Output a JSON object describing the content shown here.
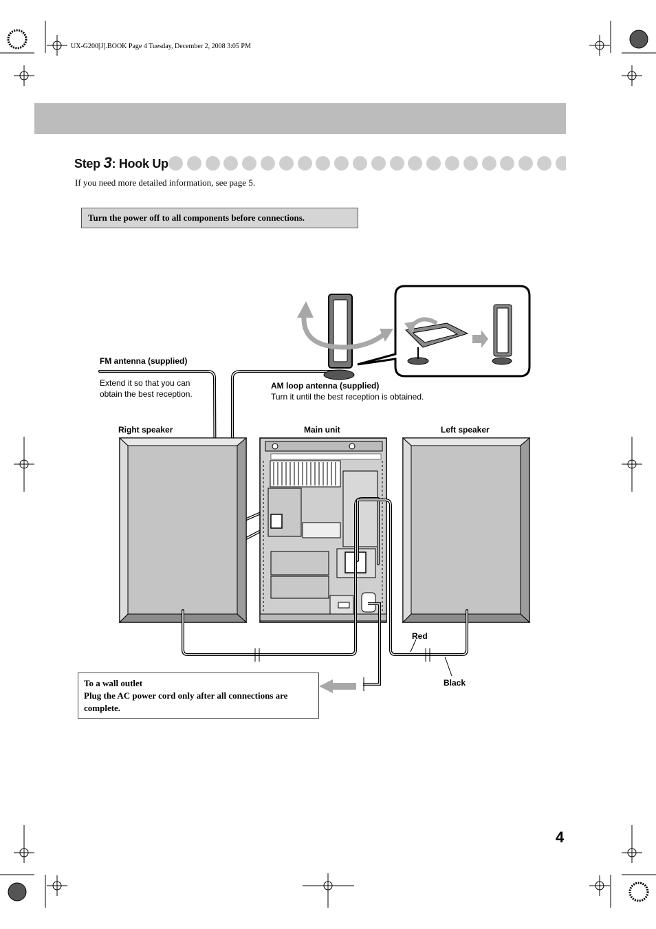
{
  "header": {
    "book_info": "UX-G200[J].BOOK  Page 4  Tuesday, December 2, 2008  3:05 PM"
  },
  "step": {
    "prefix": "Step ",
    "number": "3",
    "title": ": Hook Up"
  },
  "intro_text": "If you need more detailed information, see page 5.",
  "warning": "Turn the power off to all components before connections.",
  "labels": {
    "fm_antenna_title": "FM antenna (supplied)",
    "fm_antenna_line1": "Extend it so that you can",
    "fm_antenna_line2": "obtain the best reception.",
    "am_antenna_title": "AM loop antenna (supplied)",
    "am_antenna_desc": "Turn it until the best reception is obtained.",
    "right_speaker": "Right speaker",
    "main_unit": "Main unit",
    "left_speaker": "Left speaker",
    "red": "Red",
    "black": "Black"
  },
  "outlet_note": {
    "title": "To a wall outlet",
    "body": "Plug the AC power cord only after all connections are complete."
  },
  "page_number": "4",
  "colors": {
    "band_gray": "#bcbcbc",
    "box_gray": "#d5d5d5",
    "speaker_gray": "#c4c4c4",
    "arrow_gray": "#a8a8a8"
  }
}
